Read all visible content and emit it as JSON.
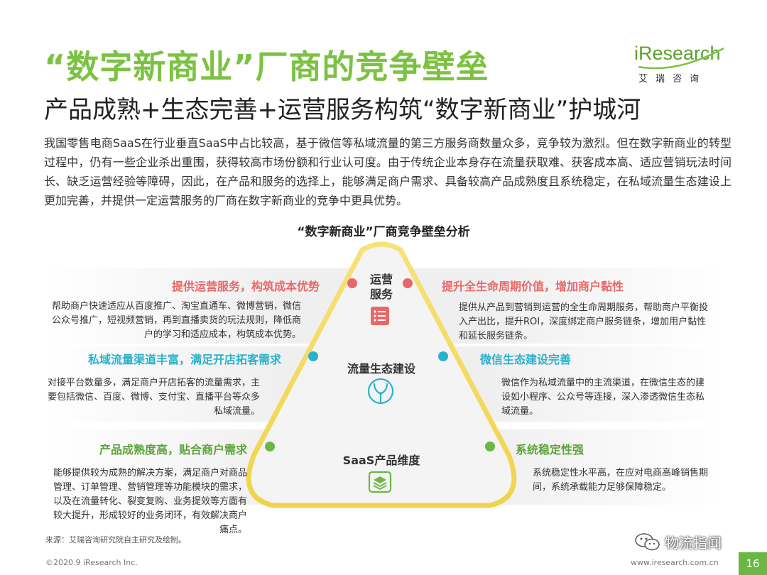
{
  "header": {
    "title": "“数字新商业”厂商的竞争壁垒",
    "subtitle": "产品成熟+生态完善+运营服务构筑“数字新商业”护城河"
  },
  "logo": {
    "brand": "iResearch",
    "chinese": "艾瑞咨询"
  },
  "intro": "我国零售电商SaaS在行业垂直SaaS中占比较高，基于微信等私域流量的第三方服务商数量众多，竞争较为激烈。但在数字新商业的转型过程中，仍有一些企业杀出重围，获得较高市场份额和行业认可度。由于传统企业本身存在流量获取难、获客成本高、适应营销玩法时间长、缺乏运营经验等障碍，因此，在产品和服务的选择上，能够满足商户需求、具备较高产品成熟度且系统稳定，在私域流量生态建设上更加完善，并提供一定运营服务的厂商在数字新商业的竞争中更具优势。",
  "chart": {
    "title": "“数字新商业”厂商竞争壁垒分析",
    "tiers": [
      {
        "label": "运营\n服务",
        "icon": "list-icon",
        "color": "#e8686a"
      },
      {
        "label": "流量生态建设",
        "icon": "sprout-icon",
        "color": "#2ab1cc"
      },
      {
        "label": "SaaS产品维度",
        "icon": "layers-icon",
        "color": "#6ab744"
      }
    ],
    "left": [
      {
        "heading": "提供运营服务，构筑成本优势",
        "text": "帮助商户快速适应从百度推广、淘宝直通车、微博营销，微信公众号推广，短视频营销，再到直播卖货的玩法规则，降低商户的学习和适应成本，构筑成本优势。"
      },
      {
        "heading": "私域流量渠道丰富，满足开店拓客需求",
        "text": "对接平台数量多，满足商户开店拓客的流量需求，主要包括微信、百度、微博、支付宝、直播平台等众多私域流量。"
      },
      {
        "heading": "产品成熟度高，贴合商户需求",
        "text": "能够提供较为成熟的解决方案，满足商户对商品管理、订单管理、营销管理等功能模块的需求，以及在流量转化、裂变复购、业务提效等方面有较大提升，形成较好的业务闭环，有效解决商户痛点。"
      }
    ],
    "right": [
      {
        "heading": "提升全生命周期价值，增加商户黏性",
        "text": "提供从产品到营销到运营的全生命周期服务，帮助商户平衡投入产出比，提升ROI，深度绑定商户服务链条，增加用户黏性和延长服务链条。"
      },
      {
        "heading": "微信生态建设完善",
        "text": "微信作为私域流量中的主流渠道，在微信生态的建设如小程序、公众号等连接，深入渗透微信生态私域流量。"
      },
      {
        "heading": "系统稳定性强",
        "text": "系统稳定性水平高，在应对电商高峰销售期间，系统承载能力足够保障稳定。"
      }
    ]
  },
  "colors": {
    "accent_green": "#7cc242",
    "red": "#e8686a",
    "cyan": "#2ab1cc",
    "green": "#6ab744",
    "gold": "#f2d24a"
  },
  "footer": {
    "source": "来源：艾瑞咨询研究院自主研究及绘制。",
    "copyright": "©2020.9 iResearch Inc.",
    "website": "www.iresearch.com.cn",
    "page": "16",
    "watermark": "物流指闻"
  }
}
